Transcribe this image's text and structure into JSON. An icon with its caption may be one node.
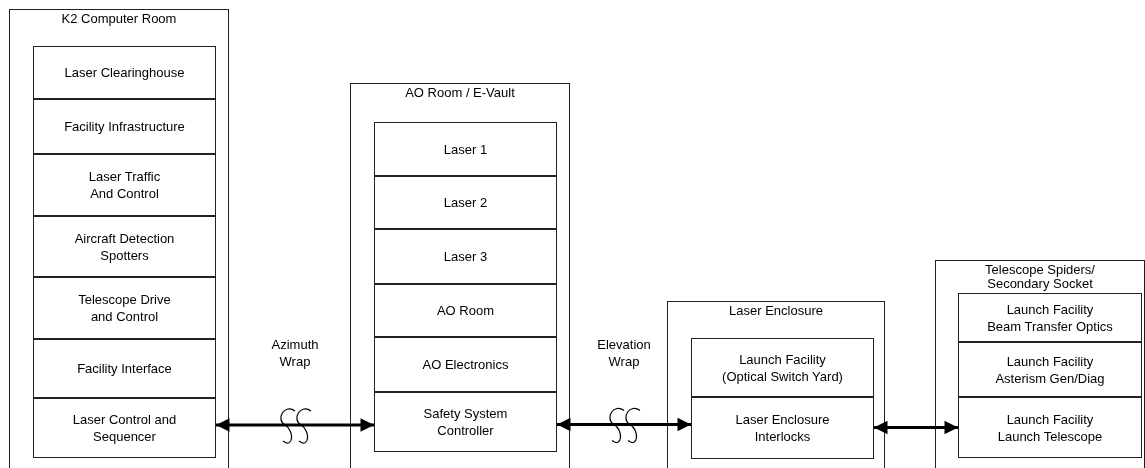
{
  "diagram": {
    "nodes": [
      {
        "text": [
          "K2 Computer Room"
        ]
      },
      {
        "text": [
          "Laser Clearinghouse"
        ],
        "in": 0
      },
      {
        "text": [
          "Facility Infrastructure"
        ],
        "in": 0
      },
      {
        "text": [
          "Laser Traffic And Control"
        ],
        "in": 0
      },
      {
        "text": [
          "Aircraft Detection Spotters"
        ],
        "in": 0
      },
      {
        "text": [
          "Telescope Drive and Control"
        ],
        "in": 0
      },
      {
        "text": [
          "Facility Interface"
        ],
        "in": 0
      },
      {
        "text": [
          "Laser Control and Sequencer"
        ],
        "in": 0
      },
      {
        "text": [
          "AO Room / E-Vault"
        ]
      },
      {
        "text": [
          "Laser 1"
        ],
        "in": 8
      },
      {
        "text": [
          "Laser 2"
        ],
        "in": 8
      },
      {
        "text": [
          "Laser 3"
        ],
        "in": 8
      },
      {
        "text": [
          "AO Room"
        ],
        "in": 8
      },
      {
        "text": [
          "AO Electronics"
        ],
        "in": 8
      },
      {
        "text": [
          "Safety System Controller"
        ],
        "in": 8
      },
      {
        "text": [
          "Laser Enclosure"
        ]
      },
      {
        "text": [
          "Launch Facility (Optical Switch Yard)"
        ],
        "in": 15
      },
      {
        "text": [
          "Laser Enclosure Interlocks"
        ],
        "in": 15
      },
      {
        "text": [
          "Telescope Spiders/ Secondary Socket"
        ]
      },
      {
        "text": [
          "Launch Facility Beam Transfer Optics"
        ],
        "in": 18
      },
      {
        "text": [
          "Launch Facility Asterism Gen/Diag"
        ],
        "in": 18
      },
      {
        "text": [
          "Launch Facility Launch Telescope"
        ],
        "in": 18
      }
    ],
    "edges": [
      {
        "from": 7,
        "to": 14,
        "arrow": "both",
        "label": "Azimuth Wrap"
      },
      {
        "from": 14,
        "to": 17,
        "arrow": "both",
        "label": "Elevation Wrap"
      },
      {
        "from": 17,
        "to": 21,
        "arrow": "both"
      }
    ]
  }
}
